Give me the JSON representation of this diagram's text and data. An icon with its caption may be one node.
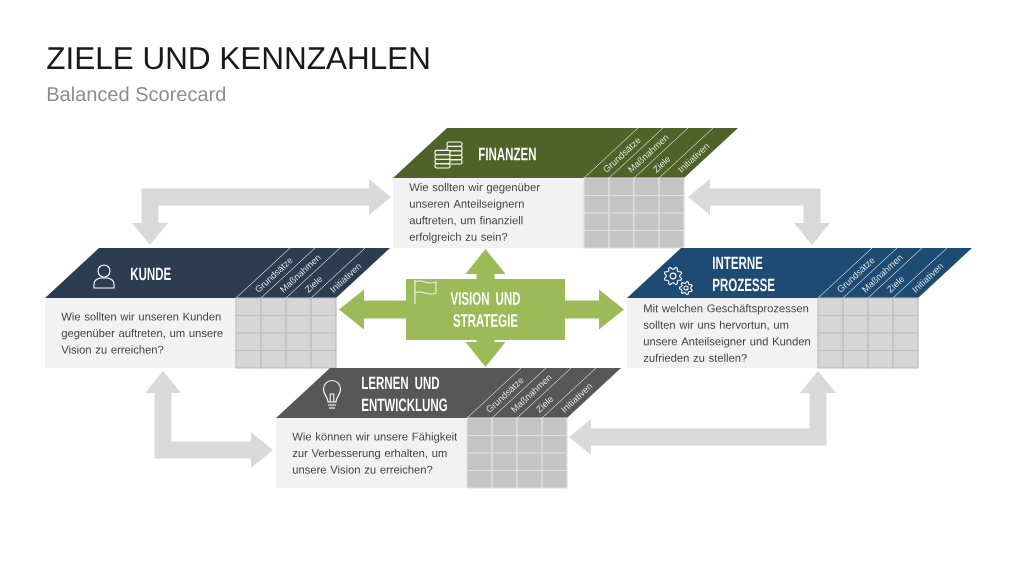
{
  "diagram": {
    "title": "ZIELE UND KENNZAHLEN",
    "nodes": [
      {
        "text": [
          "FINANZEN",
          "Grundsätze",
          "Maßnahmen",
          "Ziele",
          "Initiativen",
          "Wie sollten wir gegenüber unseren Anteilseignern auftreten, um finanziell erfolgreich zu sein?"
        ]
      },
      {
        "text": [
          "KUNDE",
          "Grundsätze",
          "Maßnahmen",
          "Ziele",
          "Initiativen",
          "Wie sollten wir unseren Kunden gegenüber auftreten, um unsere Vision zu erreichen?"
        ]
      },
      {
        "text": [
          "VISION UND STRATEGIE"
        ]
      },
      {
        "text": [
          "INTERNE PROZESSE",
          "Grundsätze",
          "Maßnahmen",
          "Ziele",
          "Initiativen",
          "Mit welchen Geschäftsprozessen sollten wir uns hervortun, um unsere Anteilseigner und Kunden zufrieden zu stellen?"
        ]
      },
      {
        "text": [
          "LERNEN UND ENTWICKLUNG",
          "Grundsätze",
          "Maßnahmen",
          "Ziele",
          "Initiativen",
          "Wie können wir unsere Fähigkeit zur Verbesserung erhalten, um unsere Vision zu erreichen?"
        ]
      }
    ],
    "edges": [
      {
        "from": 1,
        "to": 0,
        "arrow": "both",
        "color": "#d9d9d9"
      },
      {
        "from": 0,
        "to": 3,
        "arrow": "both",
        "color": "#d9d9d9"
      },
      {
        "from": 3,
        "to": 4,
        "arrow": "both",
        "color": "#d9d9d9"
      },
      {
        "from": 4,
        "to": 1,
        "arrow": "both",
        "color": "#d9d9d9"
      },
      {
        "from": 2,
        "to": 0,
        "arrow": "to",
        "color": "#9bbb59"
      },
      {
        "from": 2,
        "to": 1,
        "arrow": "to",
        "color": "#9bbb59"
      },
      {
        "from": 2,
        "to": 3,
        "arrow": "to",
        "color": "#9bbb59"
      },
      {
        "from": 2,
        "to": 4,
        "arrow": "to",
        "color": "#9bbb59"
      }
    ],
    "labels": [
      "Balanced Scorecard"
    ]
  }
}
